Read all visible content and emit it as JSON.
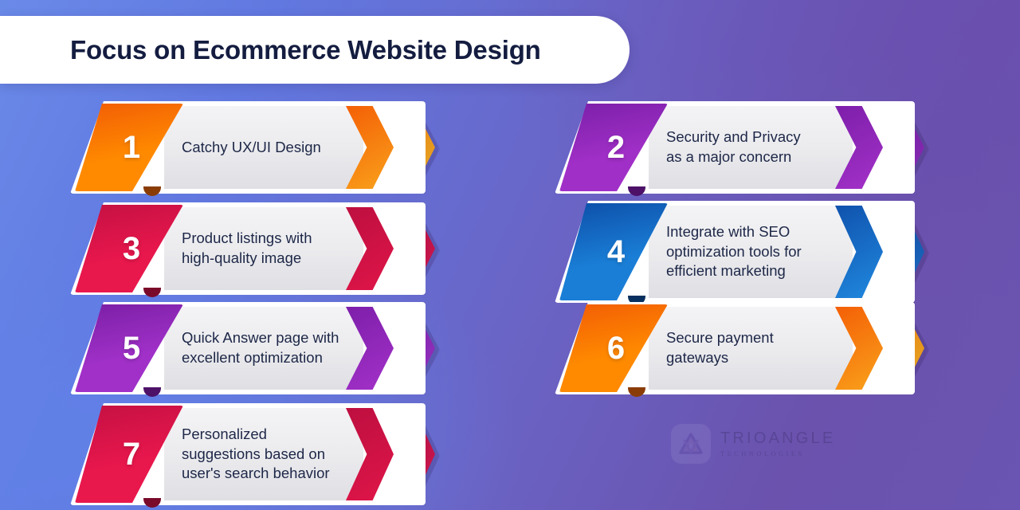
{
  "header": {
    "title": "Focus on Ecommerce Website Design"
  },
  "background": {
    "gradient_from": "#6a8ae8",
    "gradient_to": "#6a52ad"
  },
  "cards": [
    {
      "number": "1",
      "text": "Catchy UX/UI Design",
      "color_light": "#ff8a00",
      "color_dark": "#f25c05",
      "chev_light": "#f9a21b",
      "chev_dark": "#f45f06",
      "chev_outer_light": "#e8b321",
      "chev_outer_dark": "#f67a07",
      "fold": "#8a3c06",
      "column": "left"
    },
    {
      "number": "2",
      "text": "Security and Privacy\nas a major concern",
      "color_light": "#a02fc7",
      "color_dark": "#7b1fa8",
      "chev_light": "#a431c9",
      "chev_dark": "#7d1faa",
      "chev_outer_light": "#8f2bbb",
      "chev_outer_dark": "#6e1c9b",
      "fold": "#4d1168",
      "column": "right"
    },
    {
      "number": "3",
      "text": "Product listings with\nhigh-quality image",
      "color_light": "#e8174c",
      "color_dark": "#c41043",
      "chev_light": "#e01548",
      "chev_dark": "#bd0f40",
      "chev_outer_light": "#d9134a",
      "chev_outer_dark": "#b00e3c",
      "fold": "#7a0a2a",
      "column": "left"
    },
    {
      "number": "4",
      "text": "Integrate with SEO\noptimization tools for\nefficient marketing",
      "color_light": "#1a7ed6",
      "color_dark": "#0d4ea8",
      "chev_light": "#2189df",
      "chev_dark": "#0f52ad",
      "chev_outer_light": "#1b72c9",
      "chev_outer_dark": "#0c459b",
      "fold": "#07305f",
      "column": "right"
    },
    {
      "number": "5",
      "text": "Quick Answer page with\nexcellent optimization",
      "color_light": "#a030c8",
      "color_dark": "#7a1fa5",
      "chev_light": "#a431c9",
      "chev_dark": "#7d1faa",
      "chev_outer_light": "#9c30c4",
      "chev_outer_dark": "#7a1fa5",
      "fold": "#4d1168",
      "column": "left"
    },
    {
      "number": "6",
      "text": "Secure payment\ngateways",
      "color_light": "#ff8a00",
      "color_dark": "#f25c05",
      "chev_light": "#f9a21b",
      "chev_dark": "#f45f06",
      "chev_outer_light": "#e8b321",
      "chev_outer_dark": "#f67a07",
      "fold": "#8a3c06",
      "column": "right"
    },
    {
      "number": "7",
      "text": "Personalized\nsuggestions based on\nuser's search behavior",
      "color_light": "#e8174c",
      "color_dark": "#c41043",
      "chev_light": "#e01548",
      "chev_dark": "#bd0f40",
      "chev_outer_light": "#d9134a",
      "chev_outer_dark": "#b00e3c",
      "fold": "#7a0a2a",
      "column": "left"
    }
  ],
  "watermark": {
    "name": "TRIOANGLE",
    "subtitle": "TECHNOLOGIES"
  }
}
